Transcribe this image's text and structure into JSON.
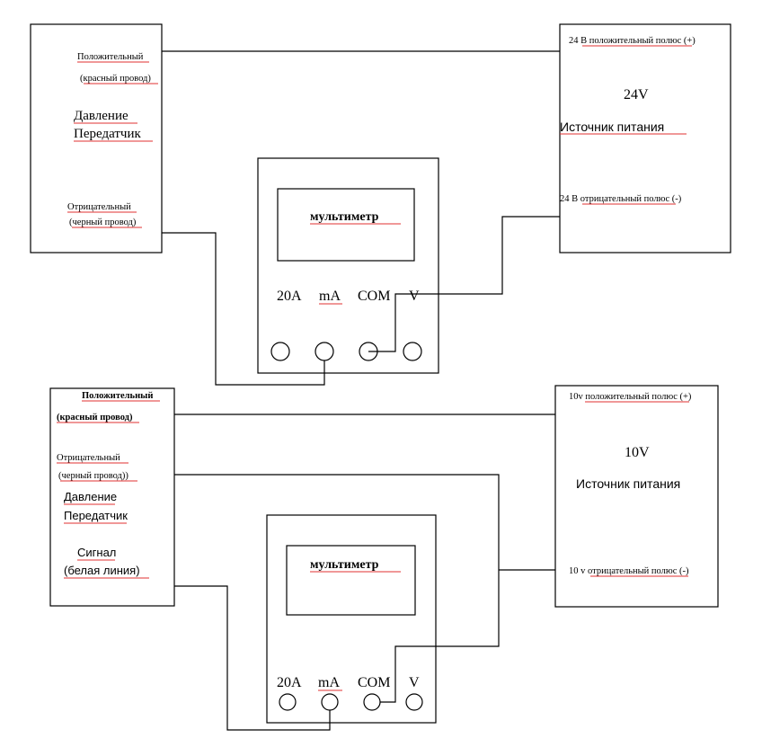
{
  "diagram_24v": {
    "transmitter": {
      "positive_label": "Положительный",
      "positive_wire": "(красный провод)",
      "title_line1": "Давление",
      "title_line2": "Передатчик",
      "negative_label": "Отрицательный",
      "negative_wire": "(черный провод)"
    },
    "power_supply": {
      "positive_terminal": "24 В положительный полюс (+)",
      "voltage": "24V",
      "title": "Источник питания",
      "negative_terminal": "24 В отрицательный полюс (-)"
    },
    "multimeter": {
      "display_label": "мультиметр",
      "ports": [
        "20A",
        "mA",
        "COM",
        "V"
      ]
    }
  },
  "diagram_10v": {
    "transmitter": {
      "positive_label": "Положительный",
      "positive_wire": "(красный провод)",
      "negative_label": "Отрицательный",
      "negative_wire": "(черный провод))",
      "title_line1": "Давление",
      "title_line2": "Передатчик",
      "signal_label": "Сигнал",
      "signal_wire": "(белая линия)"
    },
    "power_supply": {
      "positive_terminal": "10v положительный полюс (+)",
      "voltage": "10V",
      "title": "Источник питания",
      "negative_terminal": "10 v отрицательный полюс (-)"
    },
    "multimeter": {
      "display_label": "мультиметр",
      "ports": [
        "20A",
        "mA",
        "COM",
        "V"
      ]
    }
  }
}
